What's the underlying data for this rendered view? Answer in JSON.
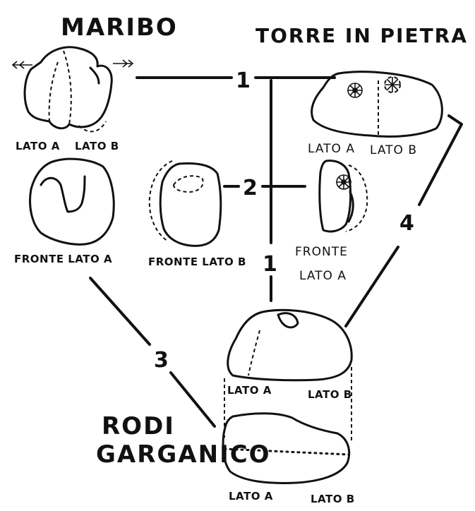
{
  "sites": {
    "maribo": "MARIBO",
    "torre": "TORRE IN PIETRA",
    "rodi_line1": "RODI",
    "rodi_line2": "GARGANICO"
  },
  "links": {
    "maribo_torre_top": "1",
    "maribo_torre_front": "2",
    "torre_rodi": "1",
    "maribo_rodi": "3",
    "torre_rodi_right": "4"
  },
  "labels": {
    "maribo_lato_a": "LATO A",
    "maribo_lato_b": "LATO B",
    "maribo_fronte_lato_a": "FRONTE LATO A",
    "maribo_fronte_lato_b": "FRONTE LATO B",
    "torre_lato_a": "LATO A",
    "torre_lato_b": "LATO B",
    "torre_fronte": "FRONTE",
    "torre_fronte_lato_a": "LATO A",
    "rodi_top_lato_a": "LATO A",
    "rodi_top_lato_b": "LATO B",
    "rodi_bottom_lato_a": "LATO A",
    "rodi_bottom_lato_b": "LATO B"
  }
}
